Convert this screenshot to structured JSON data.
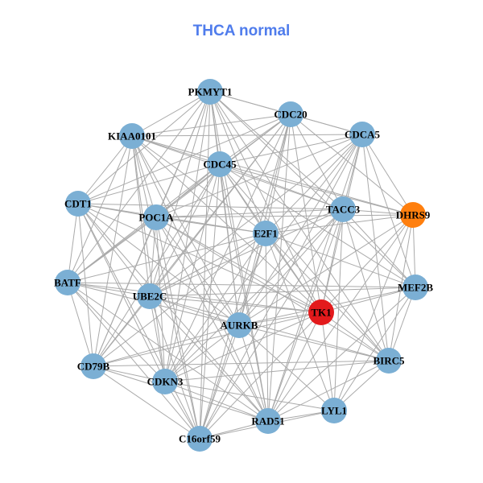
{
  "title": "THCA normal",
  "colors": {
    "default": "#7BAFD4",
    "highlight_orange": "#FF7F0E",
    "highlight_red": "#E31A1C",
    "edge": "#AAAAAA"
  },
  "nodes": [
    {
      "id": "PKMYT1",
      "color": "default"
    },
    {
      "id": "CDC20",
      "color": "default"
    },
    {
      "id": "CDCA5",
      "color": "default"
    },
    {
      "id": "KIAA0101",
      "color": "default"
    },
    {
      "id": "CDC45",
      "color": "default"
    },
    {
      "id": "CDT1",
      "color": "default"
    },
    {
      "id": "TACC3",
      "color": "default"
    },
    {
      "id": "DHRS9",
      "color": "highlight_orange"
    },
    {
      "id": "POC1A",
      "color": "default"
    },
    {
      "id": "E2F1",
      "color": "default"
    },
    {
      "id": "BATF",
      "color": "default"
    },
    {
      "id": "MEF2B",
      "color": "default"
    },
    {
      "id": "UBE2C",
      "color": "default"
    },
    {
      "id": "TK1",
      "color": "highlight_red"
    },
    {
      "id": "AURKB",
      "color": "default"
    },
    {
      "id": "BIRC5",
      "color": "default"
    },
    {
      "id": "CD79B",
      "color": "default"
    },
    {
      "id": "CDKN3",
      "color": "default"
    },
    {
      "id": "LYL1",
      "color": "default"
    },
    {
      "id": "RAD51",
      "color": "default"
    },
    {
      "id": "C16orf59",
      "color": "default"
    }
  ],
  "edges": [
    [
      0,
      1
    ],
    [
      0,
      2
    ],
    [
      0,
      3
    ],
    [
      0,
      4
    ],
    [
      0,
      5
    ],
    [
      0,
      6
    ],
    [
      0,
      8
    ],
    [
      0,
      9
    ],
    [
      0,
      10
    ],
    [
      0,
      12
    ],
    [
      0,
      13
    ],
    [
      0,
      14
    ],
    [
      0,
      15
    ],
    [
      0,
      16
    ],
    [
      0,
      17
    ],
    [
      0,
      19
    ],
    [
      0,
      20
    ],
    [
      0,
      11
    ],
    [
      1,
      2
    ],
    [
      1,
      3
    ],
    [
      1,
      4
    ],
    [
      1,
      5
    ],
    [
      1,
      6
    ],
    [
      1,
      7
    ],
    [
      1,
      8
    ],
    [
      1,
      9
    ],
    [
      1,
      10
    ],
    [
      1,
      12
    ],
    [
      1,
      13
    ],
    [
      1,
      14
    ],
    [
      1,
      16
    ],
    [
      1,
      17
    ],
    [
      1,
      19
    ],
    [
      1,
      20
    ],
    [
      2,
      3
    ],
    [
      2,
      4
    ],
    [
      2,
      6
    ],
    [
      2,
      7
    ],
    [
      2,
      8
    ],
    [
      2,
      9
    ],
    [
      2,
      11
    ],
    [
      2,
      12
    ],
    [
      2,
      13
    ],
    [
      2,
      14
    ],
    [
      2,
      15
    ],
    [
      2,
      17
    ],
    [
      2,
      19
    ],
    [
      2,
      20
    ],
    [
      3,
      4
    ],
    [
      3,
      5
    ],
    [
      3,
      6
    ],
    [
      3,
      8
    ],
    [
      3,
      9
    ],
    [
      3,
      10
    ],
    [
      3,
      12
    ],
    [
      3,
      13
    ],
    [
      3,
      14
    ],
    [
      3,
      16
    ],
    [
      3,
      17
    ],
    [
      3,
      19
    ],
    [
      3,
      20
    ],
    [
      3,
      7
    ],
    [
      4,
      5
    ],
    [
      4,
      6
    ],
    [
      4,
      7
    ],
    [
      4,
      8
    ],
    [
      4,
      9
    ],
    [
      4,
      10
    ],
    [
      4,
      12
    ],
    [
      4,
      13
    ],
    [
      4,
      14
    ],
    [
      4,
      15
    ],
    [
      4,
      16
    ],
    [
      4,
      17
    ],
    [
      4,
      19
    ],
    [
      4,
      20
    ],
    [
      4,
      11
    ],
    [
      5,
      6
    ],
    [
      5,
      8
    ],
    [
      5,
      9
    ],
    [
      5,
      10
    ],
    [
      5,
      12
    ],
    [
      5,
      13
    ],
    [
      5,
      14
    ],
    [
      5,
      16
    ],
    [
      5,
      17
    ],
    [
      5,
      19
    ],
    [
      5,
      20
    ],
    [
      6,
      8
    ],
    [
      6,
      9
    ],
    [
      6,
      11
    ],
    [
      6,
      12
    ],
    [
      6,
      13
    ],
    [
      6,
      14
    ],
    [
      6,
      15
    ],
    [
      6,
      17
    ],
    [
      6,
      18
    ],
    [
      6,
      19
    ],
    [
      6,
      20
    ],
    [
      6,
      7
    ],
    [
      7,
      8
    ],
    [
      7,
      9
    ],
    [
      7,
      11
    ],
    [
      7,
      13
    ],
    [
      7,
      14
    ],
    [
      7,
      15
    ],
    [
      7,
      18
    ],
    [
      7,
      19
    ],
    [
      8,
      9
    ],
    [
      8,
      10
    ],
    [
      8,
      12
    ],
    [
      8,
      13
    ],
    [
      8,
      14
    ],
    [
      8,
      15
    ],
    [
      8,
      16
    ],
    [
      8,
      17
    ],
    [
      8,
      19
    ],
    [
      8,
      20
    ],
    [
      9,
      10
    ],
    [
      9,
      11
    ],
    [
      9,
      12
    ],
    [
      9,
      13
    ],
    [
      9,
      14
    ],
    [
      9,
      15
    ],
    [
      9,
      16
    ],
    [
      9,
      17
    ],
    [
      9,
      18
    ],
    [
      9,
      19
    ],
    [
      9,
      20
    ],
    [
      10,
      12
    ],
    [
      10,
      13
    ],
    [
      10,
      14
    ],
    [
      10,
      16
    ],
    [
      10,
      17
    ],
    [
      10,
      19
    ],
    [
      10,
      20
    ],
    [
      10,
      11
    ],
    [
      11,
      13
    ],
    [
      11,
      14
    ],
    [
      11,
      15
    ],
    [
      11,
      18
    ],
    [
      11,
      19
    ],
    [
      11,
      12
    ],
    [
      12,
      13
    ],
    [
      12,
      14
    ],
    [
      12,
      15
    ],
    [
      12,
      16
    ],
    [
      12,
      17
    ],
    [
      12,
      19
    ],
    [
      12,
      20
    ],
    [
      13,
      14
    ],
    [
      13,
      15
    ],
    [
      13,
      16
    ],
    [
      13,
      17
    ],
    [
      13,
      18
    ],
    [
      13,
      19
    ],
    [
      13,
      20
    ],
    [
      14,
      15
    ],
    [
      14,
      16
    ],
    [
      14,
      17
    ],
    [
      14,
      18
    ],
    [
      14,
      19
    ],
    [
      14,
      20
    ],
    [
      15,
      16
    ],
    [
      15,
      17
    ],
    [
      15,
      18
    ],
    [
      15,
      19
    ],
    [
      16,
      17
    ],
    [
      16,
      19
    ],
    [
      16,
      20
    ],
    [
      17,
      18
    ],
    [
      17,
      19
    ],
    [
      17,
      20
    ],
    [
      18,
      19
    ],
    [
      18,
      20
    ],
    [
      19,
      20
    ]
  ]
}
